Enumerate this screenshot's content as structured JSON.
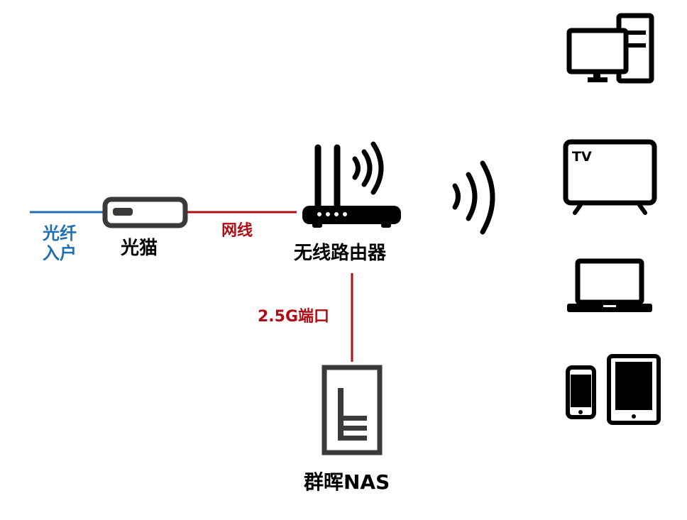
{
  "colors": {
    "fiber": "#1f6fb5",
    "cable": "#b00e16",
    "device_outline": "#3a3a3a",
    "icon_black": "#000000"
  },
  "labels": {
    "fiber_line1": "光纤",
    "fiber_line2": "入户",
    "modem": "光猫",
    "lan_cable": "网线",
    "router": "无线路由器",
    "port": "2.5G端口",
    "nas": "群晖NAS",
    "tv_screen": "TV"
  },
  "icons": {
    "modem": "modem-icon",
    "router": "wifi-router-icon",
    "wifi": "wifi-signal-icon",
    "nas": "nas-icon",
    "desktop": "desktop-computer-icon",
    "tv": "tv-icon",
    "laptop": "laptop-icon",
    "phone": "phone-icon",
    "tablet": "tablet-icon"
  }
}
